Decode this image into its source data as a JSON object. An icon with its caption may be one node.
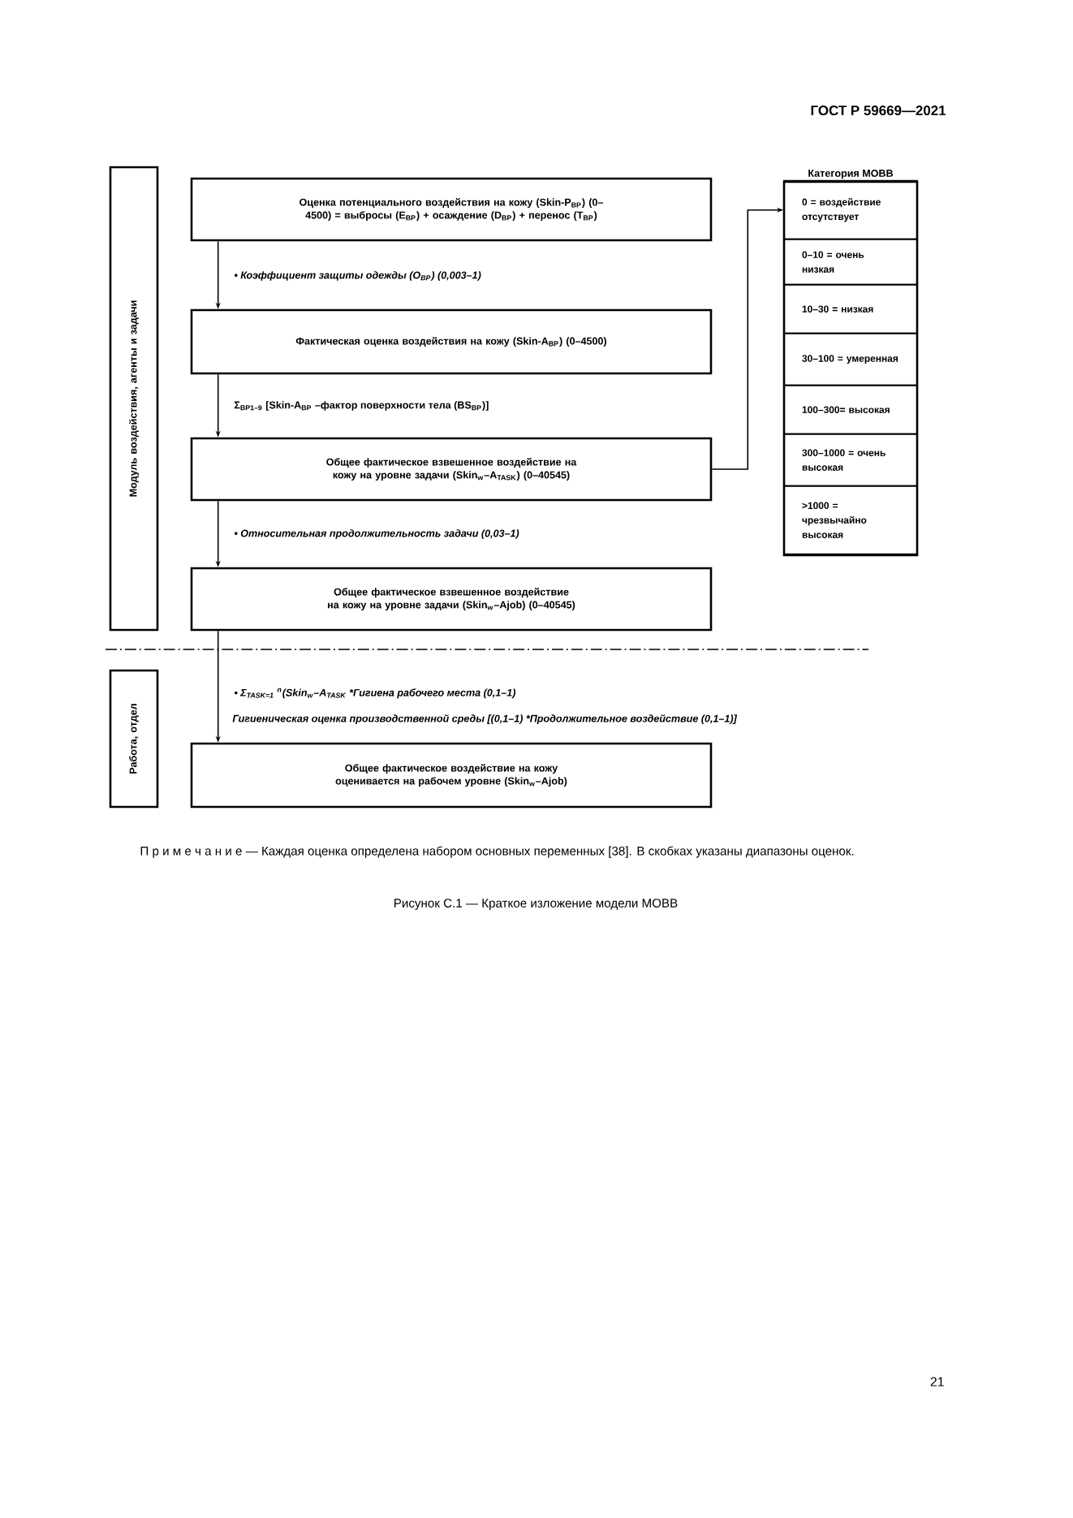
{
  "diagram": {
    "title": "ГОСТ Р 59669—2021",
    "caption": "Рисунок С.1 — Краткое изложение модели МОВВ",
    "nodes": [
      {
        "text": [
          "Модуль воздействия, агенты и задачи"
        ]
      },
      {
        "text": [
          "Оценка потенциального воздействия на кожу (Skin-P$_{BP}$) (0–4500) = выбросы (E$_{BP}$) + осаждение (D$_{BP}$) + перенос (T$_{BP}$)"
        ]
      },
      {
        "text": [
          "Фактическая оценка воздействия на кожу (Skin-A$_{BP}$) (0–4500)"
        ]
      },
      {
        "text": [
          "Общее фактическое взвешенное воздействие на кожу на уровне задачи (Skin$_{w}$–A$_{TASK}$) (0–40545)"
        ]
      },
      {
        "text": [
          "Общее фактическое взвешенное воздействие на кожу на уровне задачи (Skin$_{w}$–Ajob) (0–40545)"
        ]
      },
      {
        "text": [
          "Работа, отдел"
        ]
      },
      {
        "text": [
          "Общее фактическое воздействие на кожу оценивается на рабочем уровне (Skin$_{w}$–Ajob)"
        ]
      },
      {
        "text": [
          "Категория МОВВ"
        ]
      },
      {
        "text": [
          "0 = воздействие отсутствует"
        ],
        "in": 7
      },
      {
        "text": [
          "0–10 = очень низкая"
        ],
        "in": 7
      },
      {
        "text": [
          "10–30 = низкая"
        ],
        "in": 7
      },
      {
        "text": [
          "30–100 = умеренная"
        ],
        "in": 7
      },
      {
        "text": [
          "100–300= высокая"
        ],
        "in": 7
      },
      {
        "text": [
          "300–1000 = очень высокая"
        ],
        "in": 7
      },
      {
        "text": [
          ">1000 = чрезвычайно высокая"
        ],
        "in": 7
      }
    ],
    "edges": [
      {
        "from": 1,
        "to": 2,
        "arrow": "to",
        "label": "• Коэффициент защиты одежды (O$_{BP}$) (0,003–1)"
      },
      {
        "from": 2,
        "to": 3,
        "arrow": "to",
        "label": "Σ$_{BP1–9}$ [Skin-A$_{BP}$ –фактор поверхности тела (BS$_{BP}$)]"
      },
      {
        "from": 3,
        "to": 4,
        "arrow": "to",
        "label": "• Относительная продолжительность задачи (0,03–1)"
      },
      {
        "from": 4,
        "to": 6,
        "arrow": "to",
        "label": "• Σ$_{TASK=1}$ $^{n}$(Skin$_{w}$–A$_{TASK}$ *Гигиена рабочего места (0,1–1)"
      },
      {
        "from": 3,
        "to": 8,
        "arrow": "to"
      }
    ],
    "labels": [
      "Гигиеническая оценка производственной среды [(0,1–1) *Продолжительное воздействие (0,1–1)]",
      "П р и м е ч а н и е — Каждая оценка определена набором основных переменных [38]. В скобках указаны диапазоны оценок.",
      "21"
    ]
  }
}
